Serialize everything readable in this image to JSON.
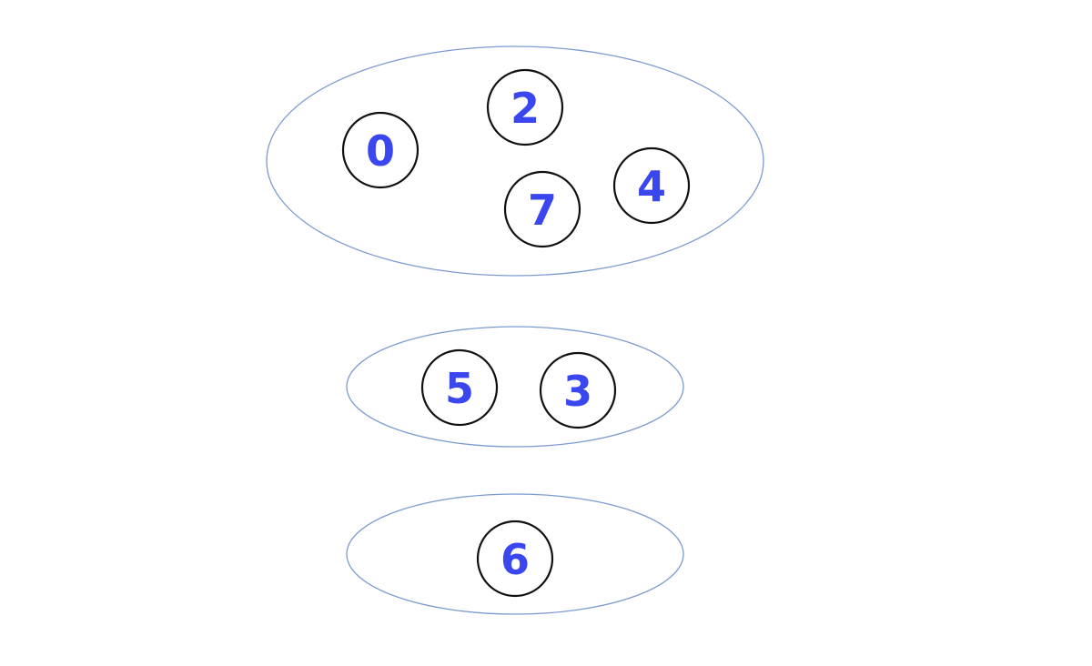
{
  "colors": {
    "background": "#ffffff",
    "group_outline": "#7a9bd0",
    "node_outline": "#111111",
    "node_label": "#3a46ee"
  },
  "groups": [
    {
      "id": "group-1",
      "nodes": [
        {
          "label": "0"
        },
        {
          "label": "2"
        },
        {
          "label": "7"
        },
        {
          "label": "4"
        }
      ]
    },
    {
      "id": "group-2",
      "nodes": [
        {
          "label": "5"
        },
        {
          "label": "3"
        }
      ]
    },
    {
      "id": "group-3",
      "nodes": [
        {
          "label": "6"
        }
      ]
    }
  ]
}
